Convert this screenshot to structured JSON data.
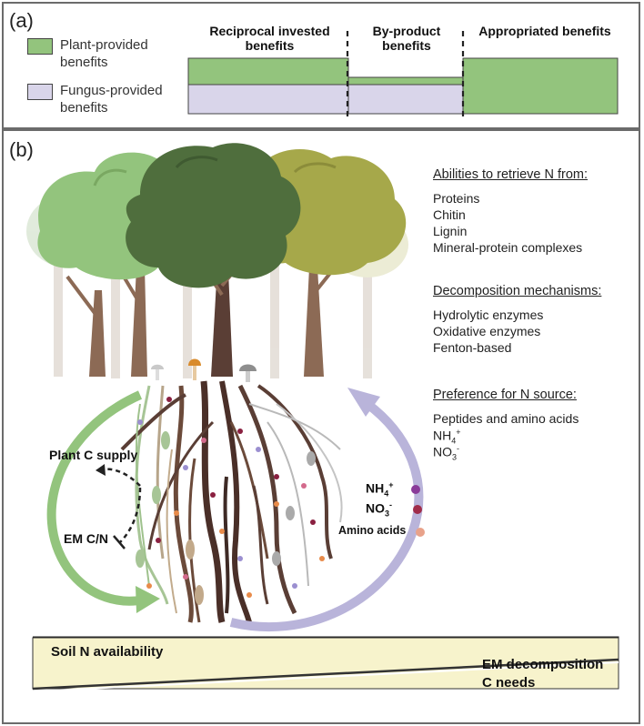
{
  "panel_a": {
    "label": "(a)",
    "legend": [
      {
        "text": "Plant-provided benefits",
        "color": "#93c47d"
      },
      {
        "text": "Fungus-provided benefits",
        "color": "#d9d5ea"
      }
    ],
    "columns": [
      {
        "heading": "Reciprocal invested benefits"
      },
      {
        "heading": "By-product benefits"
      },
      {
        "heading": "Appropriated benefits"
      }
    ]
  },
  "panel_b": {
    "label": "(b)",
    "abilities": {
      "heading": "Abilities to retrieve N from:",
      "items": [
        "Proteins",
        "Chitin",
        "Lignin",
        "Mineral-protein complexes"
      ]
    },
    "mechanisms": {
      "heading": "Decomposition mechanisms:",
      "items": [
        "Hydrolytic enzymes",
        "Oxidative enzymes",
        "Fenton-based"
      ]
    },
    "preference": {
      "heading": "Preference for N source:",
      "items": [
        "Peptides and amino acids"
      ],
      "nh4": {
        "base": "NH",
        "sub": "4",
        "sup": "+"
      },
      "no3": {
        "base": "NO",
        "sub": "3",
        "sup": "-"
      }
    },
    "labels": {
      "plant_c": "Plant C supply",
      "em_cn": "EM C/N",
      "nh4": {
        "base": "NH",
        "sub": "4",
        "sup": "+"
      },
      "no3": {
        "base": "NO",
        "sub": "3",
        "sup": "-"
      },
      "amino": "Amino acids"
    },
    "gradient": {
      "left": "Soil N availability",
      "right_1": "EM decomposition",
      "right_2": "C needs"
    },
    "colors": {
      "green_arrow": "#93c47d",
      "purple_arrow": "#b9b4da",
      "gradient_fill": "#f7f3cc"
    }
  }
}
